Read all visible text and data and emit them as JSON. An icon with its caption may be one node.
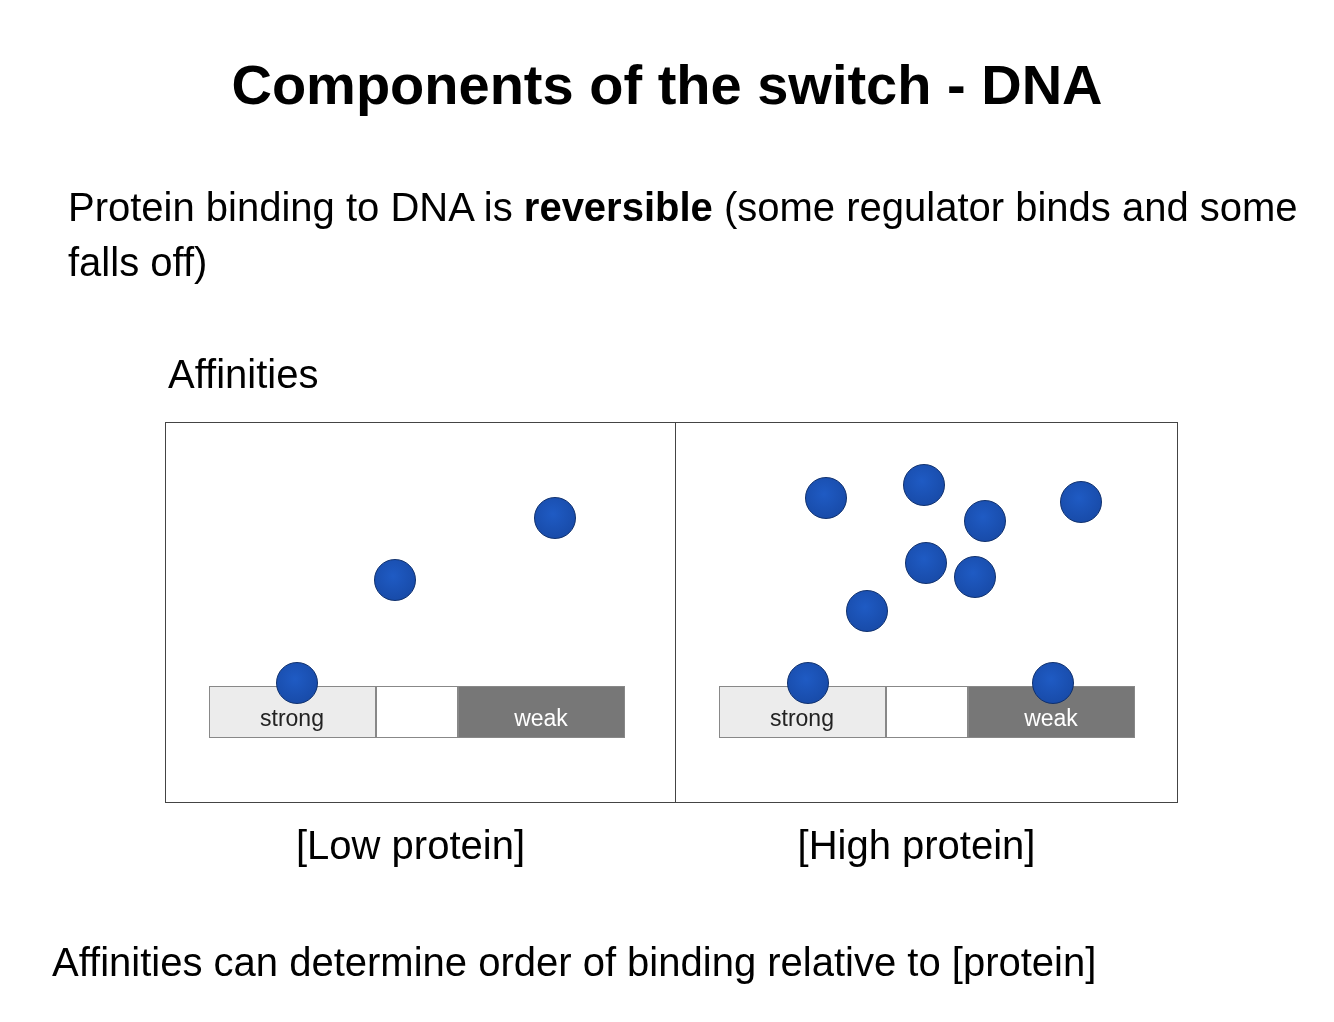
{
  "diagram": {
    "title": "Components of the switch - DNA",
    "nodes": [
      {
        "text": [],
        "shape": "box",
        "beside": [
          "[Low protein]"
        ]
      },
      {
        "text": [
          "strong"
        ],
        "in": 0
      },
      {
        "text": [],
        "shape": "bar",
        "in": 0
      },
      {
        "text": [
          "weak"
        ],
        "in": 0
      },
      {
        "text": [],
        "shape": "circle",
        "in": 0
      },
      {
        "text": [],
        "shape": "circle",
        "in": 0
      },
      {
        "text": [],
        "shape": "circle",
        "in": 0
      },
      {
        "text": [],
        "shape": "box",
        "beside": [
          "[High protein]"
        ]
      },
      {
        "text": [
          "strong"
        ],
        "in": 7
      },
      {
        "text": [],
        "shape": "bar",
        "in": 7
      },
      {
        "text": [
          "weak"
        ],
        "in": 7
      },
      {
        "text": [],
        "shape": "circle",
        "in": 7
      },
      {
        "text": [],
        "shape": "circle",
        "in": 7
      },
      {
        "text": [],
        "shape": "circle",
        "in": 7
      },
      {
        "text": [],
        "shape": "circle",
        "in": 7
      },
      {
        "text": [],
        "shape": "circle",
        "in": 7
      },
      {
        "text": [],
        "shape": "circle",
        "in": 7
      },
      {
        "text": [],
        "shape": "circle",
        "in": 7
      },
      {
        "text": [],
        "shape": "circle",
        "in": 7
      },
      {
        "text": [],
        "shape": "circle",
        "in": 7
      }
    ],
    "labels": [
      "Protein binding to DNA is **reversible** (some regulator binds and some falls off)",
      "Affinities",
      "Affinities can determine order of binding relative to [protein]"
    ]
  }
}
